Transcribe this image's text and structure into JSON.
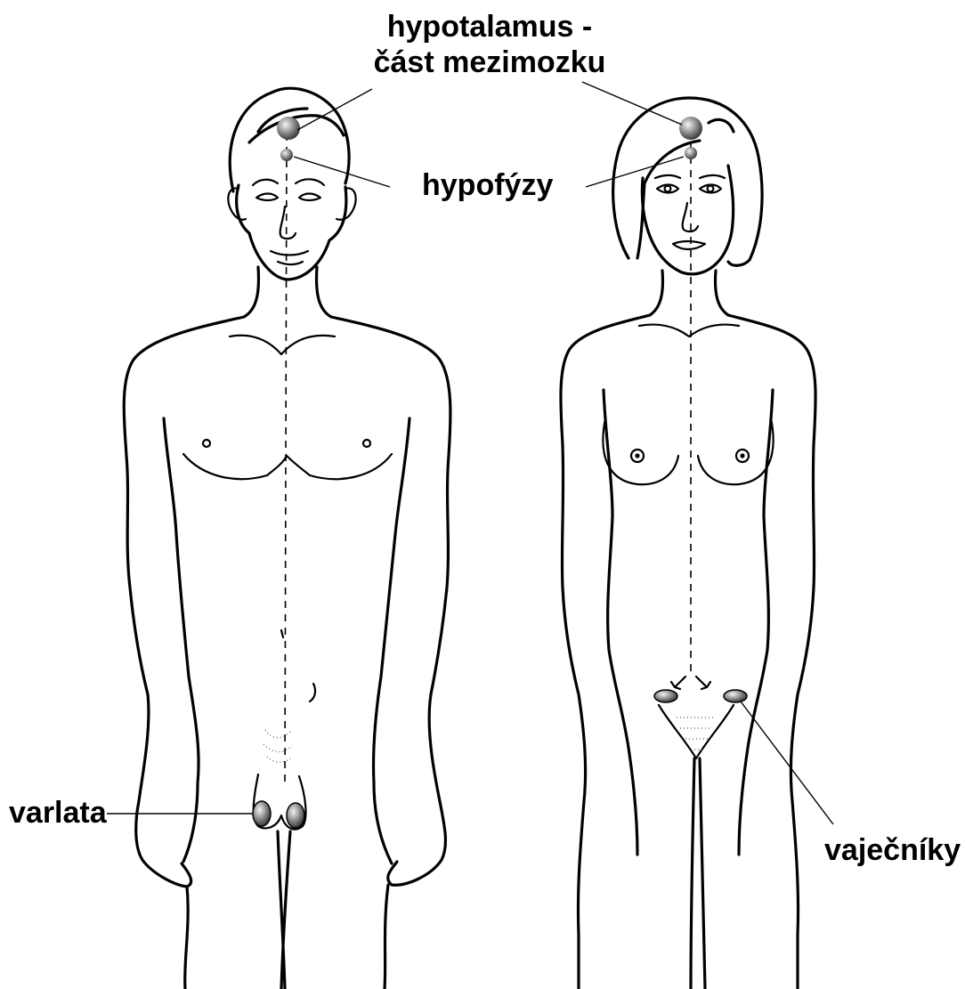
{
  "labels": {
    "hypothalamus_line1": "hypotalamus -",
    "hypothalamus_line2": "část mezimozku",
    "pituitary": "hypofýzy",
    "testes": "varlata",
    "ovaries": "vaječníky"
  },
  "colors": {
    "line": "#000000",
    "background": "#ffffff",
    "gland_fill": "#8a8a8a"
  }
}
